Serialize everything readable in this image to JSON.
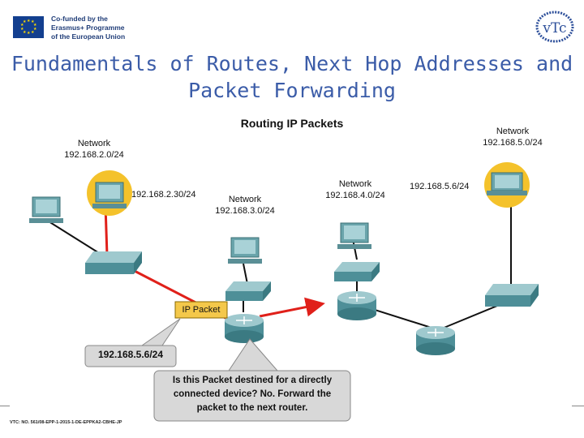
{
  "header": {
    "eu_text": [
      "Co-funded by the",
      "Erasmus+ Programme",
      "of the European Union"
    ],
    "logo_text": "vTc"
  },
  "title": {
    "line1": "Fundamentals of Routes, Next Hop Addresses and",
    "line2": "Packet Forwarding"
  },
  "diagram": {
    "title": "Routing IP Packets",
    "networks": [
      {
        "label": "Network",
        "address": "192.168.2.0/24"
      },
      {
        "label": "Network",
        "address": "192.168.3.0/24"
      },
      {
        "label": "Network",
        "address": "192.168.4.0/24"
      },
      {
        "label": "Network",
        "address": "192.168.5.0/24"
      }
    ],
    "host_labels": {
      "source": "192.168.2.30/24",
      "destination": "192.168.5.6/24"
    },
    "packet_label": "IP Packet",
    "packet_destination": "192.168.5.6/24",
    "callout": "Is this Packet destined for a directly connected device? No. Forward the packet to the next router."
  },
  "footer": {
    "text": "VTC: NO. 561/08-EPP-1-2015-1-DE-EPPKA2-CBHE-JP"
  },
  "colors": {
    "path": "#e0201a",
    "link": "#111111",
    "highlight": "#f4c22b",
    "device": "#4e8f98",
    "packet": "#f4c84a",
    "callout": "#d8d8d8"
  }
}
